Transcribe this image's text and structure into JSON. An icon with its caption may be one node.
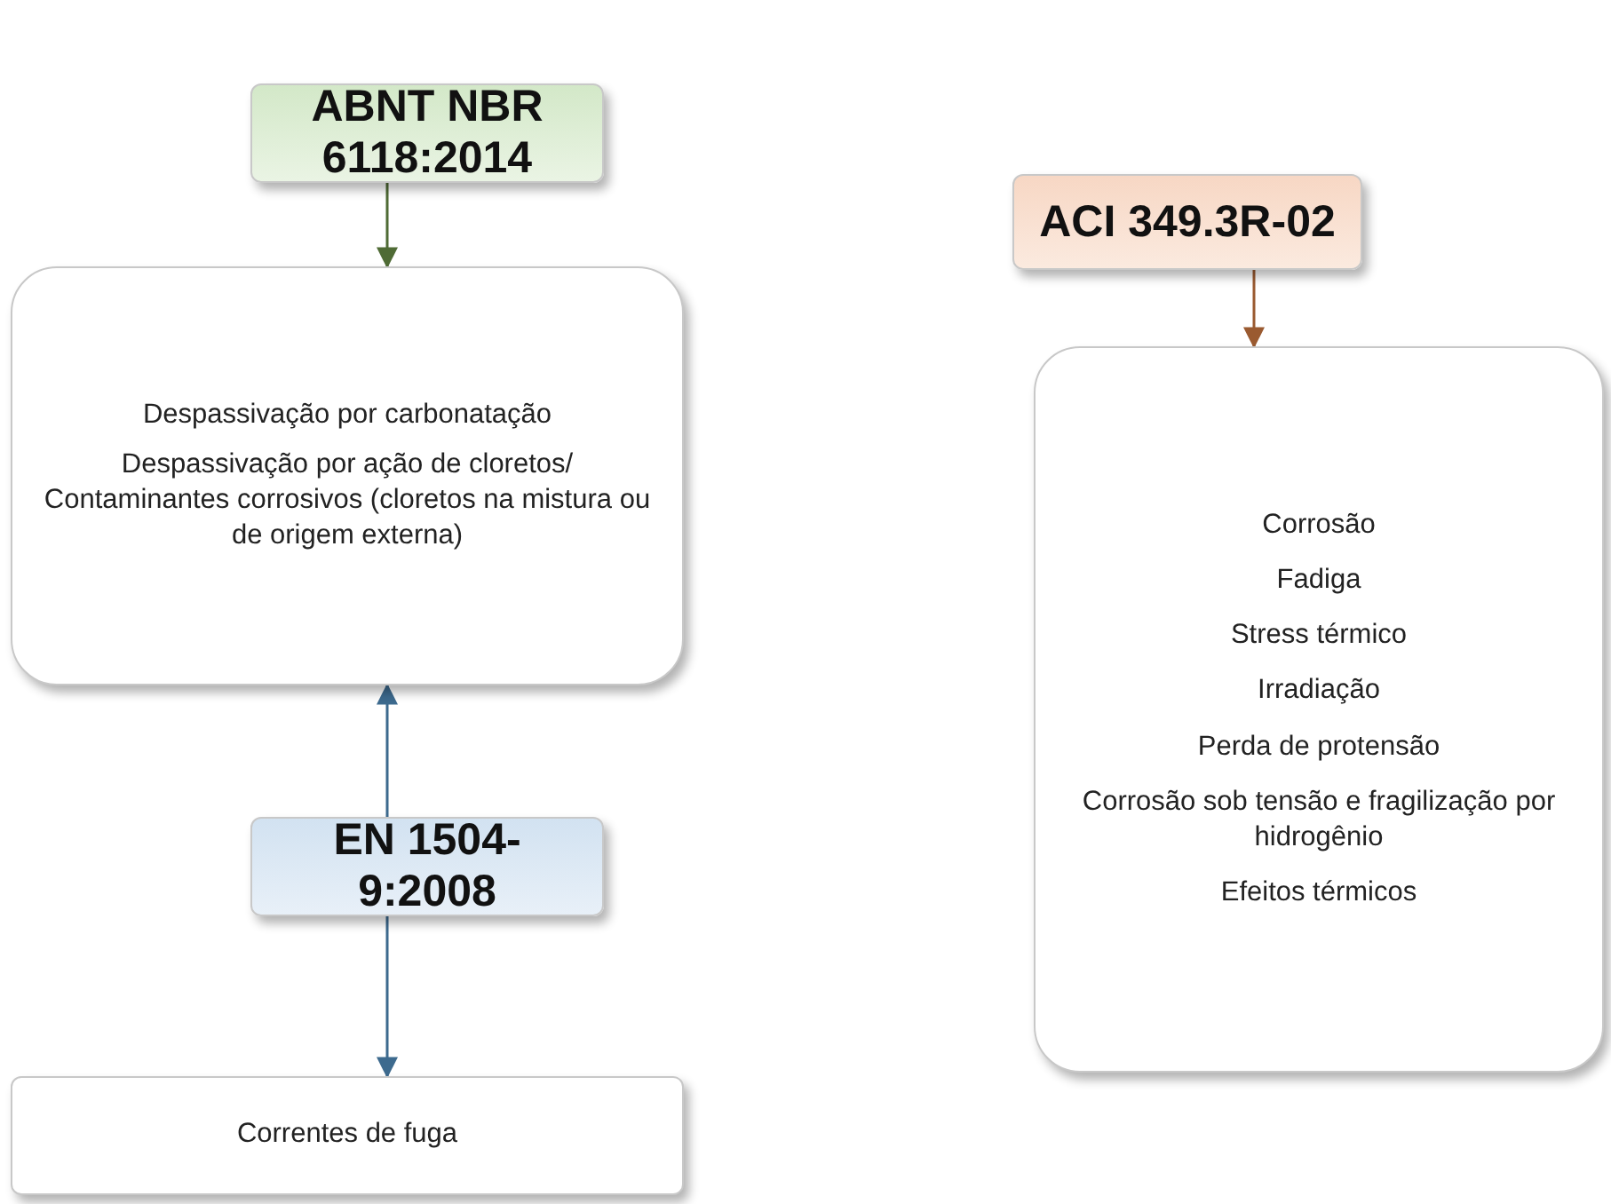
{
  "diagram": {
    "nodes": [
      {
        "text": [
          "ABNT NBR 6118:2014"
        ]
      },
      {
        "text": [
          "Despassivação por carbonatação",
          "Despassivação por ação de cloretos/ Contaminantes corrosivos (cloretos na mistura ou de origem externa)"
        ]
      },
      {
        "text": [
          "EN 1504-9:2008"
        ]
      },
      {
        "text": [
          "Correntes de fuga"
        ]
      },
      {
        "text": [
          "ACI 349.3R-02"
        ]
      },
      {
        "text": [
          "Corrosão",
          "Fadiga",
          "Stress térmico",
          "Irradiação",
          "Perda de protensão",
          "Corrosão sob tensão e fragilização por hidrogênio",
          "Efeitos térmicos"
        ]
      }
    ],
    "edges": [
      {
        "from": 0,
        "to": 1,
        "arrow": "to",
        "color": "#4f6b35"
      },
      {
        "from": 2,
        "to": 1,
        "arrow": "to"
      },
      {
        "from": 2,
        "to": 3,
        "arrow": "to"
      },
      {
        "from": 4,
        "to": 5,
        "arrow": "to",
        "color": "#9a5a30"
      }
    ]
  }
}
